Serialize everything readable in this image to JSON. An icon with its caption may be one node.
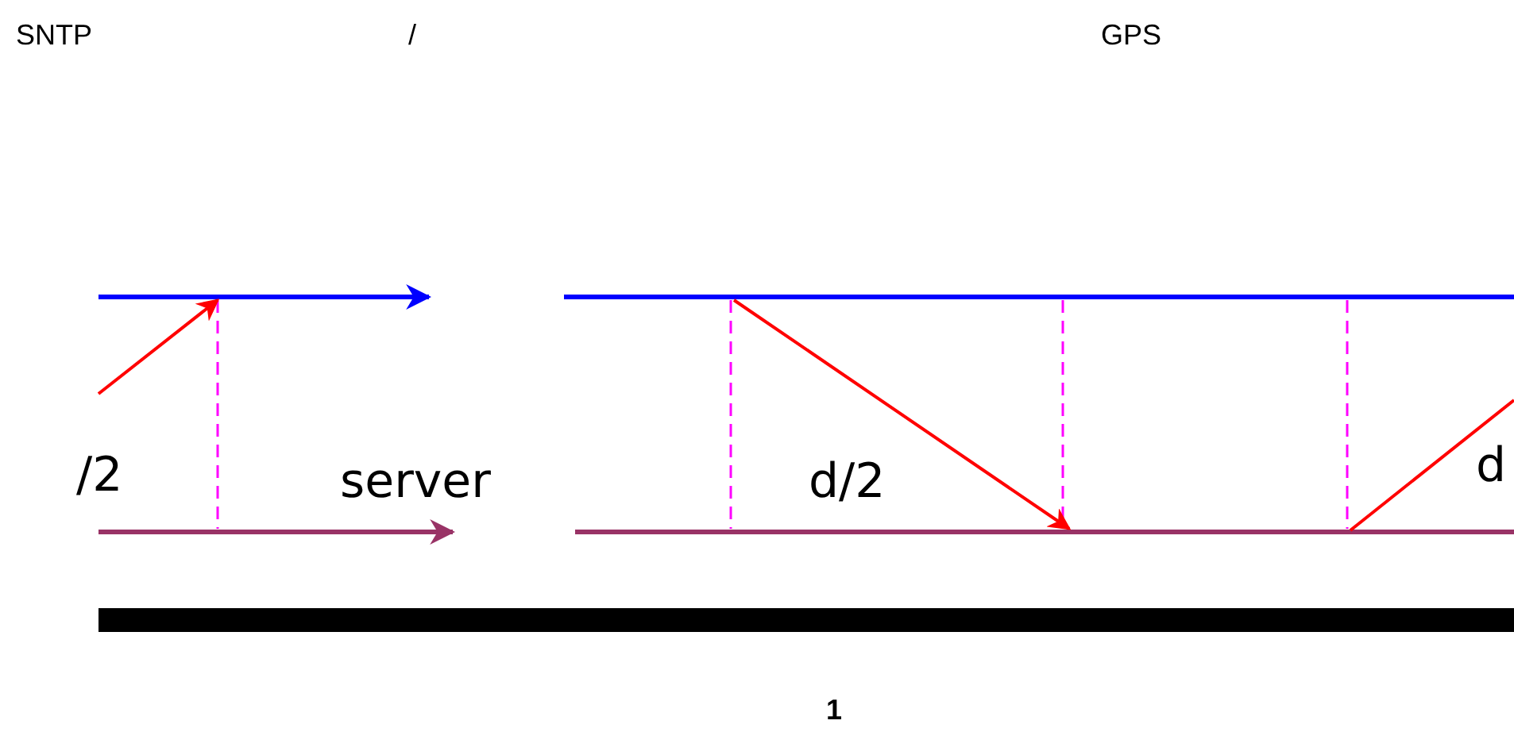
{
  "diagram": {
    "caption": "1",
    "labels": [
      "SNTP",
      "/",
      "GPS",
      "/2",
      "server",
      "d/2",
      "d"
    ]
  }
}
